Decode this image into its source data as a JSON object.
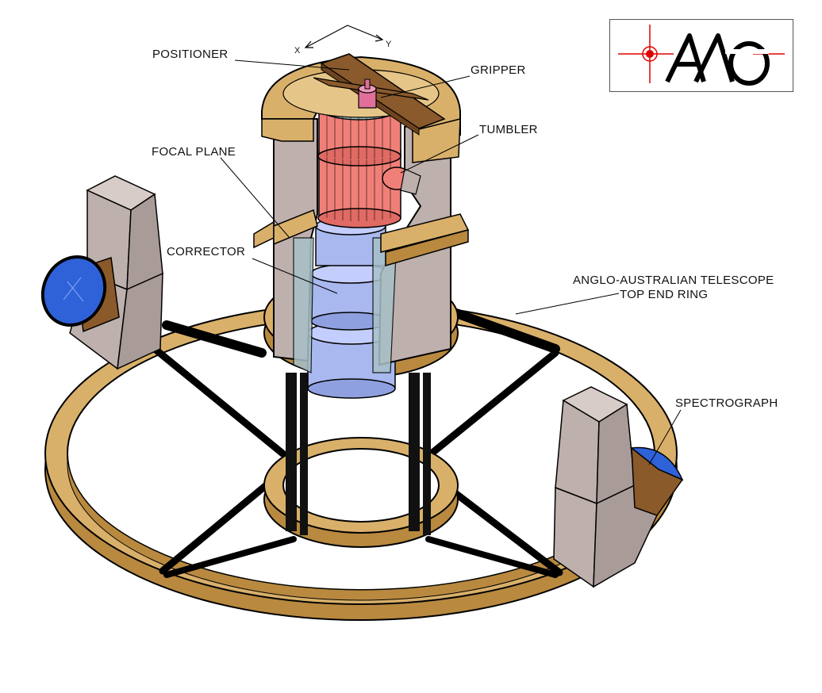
{
  "labels": {
    "positioner": "POSITIONER",
    "gripper": "GRIPPER",
    "tumbler": "TUMBLER",
    "focal_plane": "FOCAL PLANE",
    "corrector": "CORRECTOR",
    "telescope_line1": "ANGLO-AUSTRALIAN TELESCOPE",
    "telescope_line2": "TOP END RING",
    "spectrograph": "SPECTROGRAPH"
  },
  "axes": {
    "x": "X",
    "y": "Y"
  },
  "logo": {
    "text": "AAO"
  },
  "colors": {
    "ring": "#d9b06a",
    "ring_dark": "#b8893f",
    "housing": "#bdb0ad",
    "tumbler": "#f07f78",
    "glass": "#a9b8ee",
    "positioner_bar": "#8a5a2c",
    "gripper": "#e0709a",
    "lens_blue": "#2f62d8",
    "brown": "#8b5a2b",
    "logo_red": "#e00000"
  }
}
